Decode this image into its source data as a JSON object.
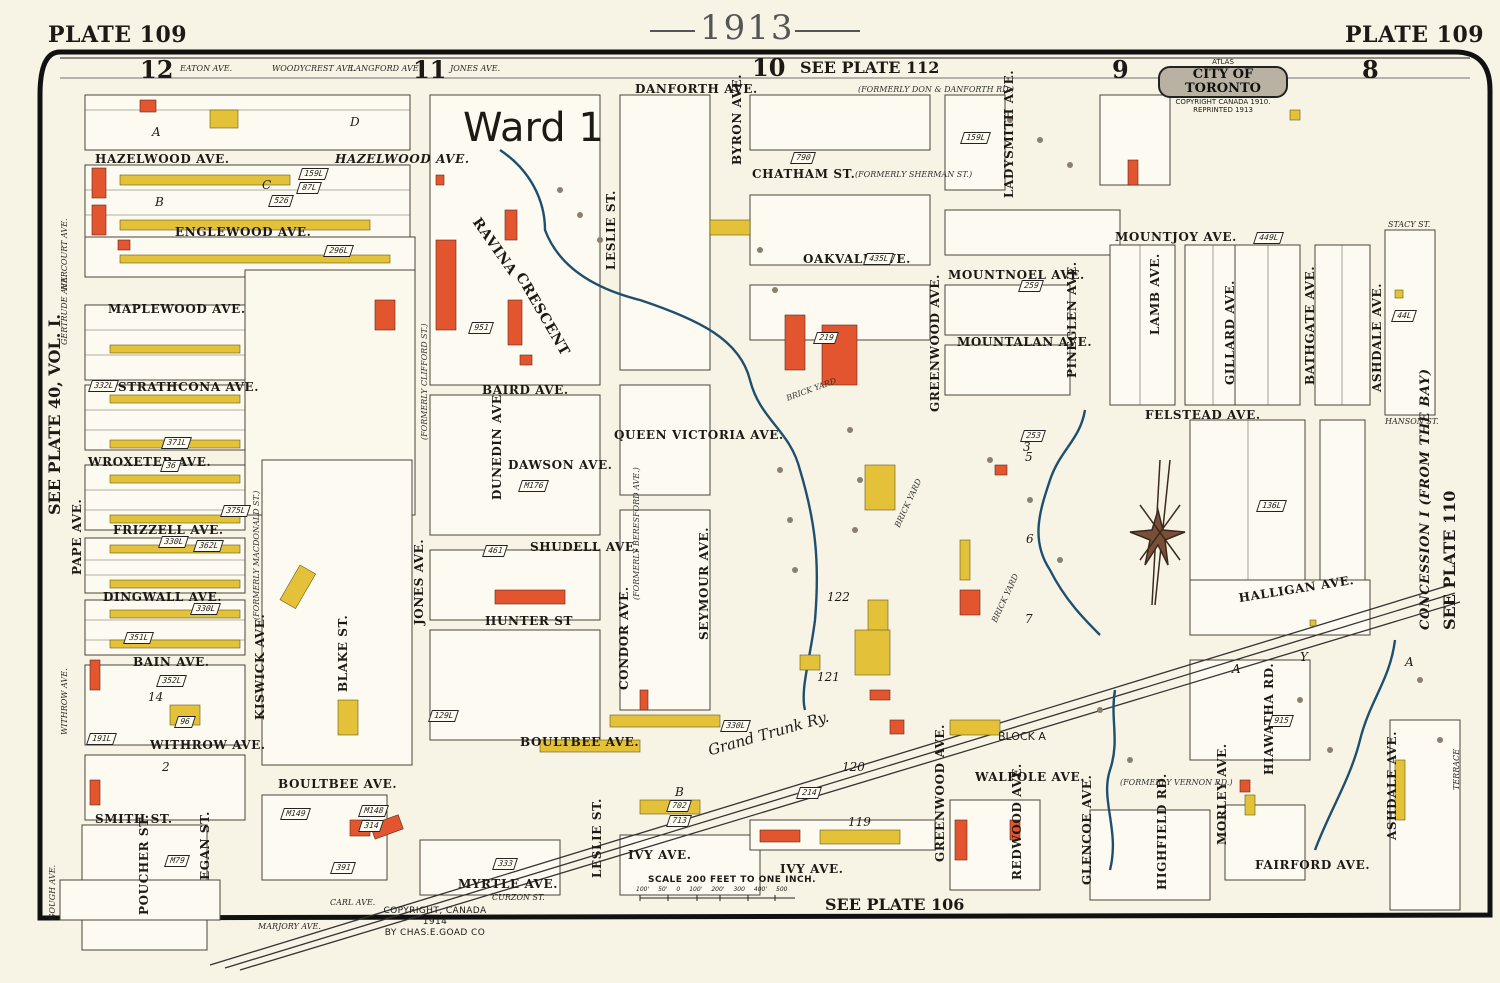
{
  "header": {
    "plate_left": "PLATE 109",
    "plate_right": "PLATE 109",
    "year": "1913",
    "see_plate_top": "SEE PLATE 112",
    "see_plate_bottom": "SEE PLATE 106",
    "see_plate_left": "SEE PLATE 40, VOL. I.",
    "see_plate_right": "SEE PLATE 110",
    "sheet_numbers": [
      "12",
      "11",
      "10",
      "9",
      "8"
    ]
  },
  "atlas_badge": {
    "top": "ATLAS",
    "title": "CITY OF TORONTO",
    "copyright": "COPYRIGHT CANADA 1910.",
    "reprinted": "REPRINTED 1913"
  },
  "ward_label": "Ward 1",
  "railway_label": "Grand Trunk Ry.",
  "concession_label": "CONCESSION I (FROM THE BAY)",
  "copyright_footer": {
    "line1": "COPYRIGHT, CANADA 1914",
    "line2": "BY CHAS.E.GOAD CO"
  },
  "scale_bar": {
    "title": "SCALE 200 FEET TO ONE INCH.",
    "ticks": [
      "100'",
      "50'",
      "0",
      "100'",
      "200'",
      "300",
      "400'",
      "500"
    ]
  },
  "streets_top": {
    "eaton": "EATON AVE.",
    "woodycrest": "WOODYCREST AVE.",
    "langford": "LANGFORD AVE.",
    "jones_top": "JONES AVE."
  },
  "streets_horizontal": {
    "hazelwood_1": "HAZELWOOD AVE.",
    "hazelwood_2": "HAZELWOOD AVE.",
    "englewood": "ENGLEWOOD AVE.",
    "maplewood": "MAPLEWOOD AVE.",
    "strathcona": "STRATHCONA AVE.",
    "wroxeter": "WROXETER AVE.",
    "frizzell": "FRIZZELL AVE.",
    "dingwall": "DINGWALL AVE.",
    "bain": "BAIN AVE.",
    "withrow": "WITHROW AVE.",
    "smith": "SMITH ST.",
    "boultbee_w": "BOULTBEE AVE.",
    "boultbee_e": "BOULTBEE AVE.",
    "danforth": "DANFORTH AVE.",
    "chatham": "CHATHAM ST.",
    "oakvale": "OAKVALE AVE.",
    "mountnoel": "MOUNTNOEL AVE.",
    "mountalan": "MOUNTALAN AVE.",
    "mountjoy": "MOUNTJOY AVE.",
    "felstead": "FELSTEAD AVE.",
    "halligan": "HALLIGAN AVE.",
    "baird": "BAIRD AVE.",
    "queen_victoria": "QUEEN VICTORIA AVE.",
    "dawson": "DAWSON AVE.",
    "shudell": "SHUDELL AVE.",
    "hunter": "HUNTER ST",
    "ivy_w": "IVY AVE.",
    "ivy_e": "IVY AVE.",
    "myrtle": "MYRTLE AVE.",
    "walpole": "WALPOLE AVE.",
    "fairford": "FAIRFORD AVE."
  },
  "streets_vertical": {
    "pape": "PAPE AVE.",
    "kiswick": "KISWICK AVE.",
    "blake": "BLAKE ST.",
    "jones": "JONES AVE.",
    "dunedin": "DUNEDIN AVE.",
    "condor": "CONDOR AVE.",
    "seymour": "SEYMOUR AVE.",
    "leslie_n": "LESLIE ST.",
    "leslie_s": "LESLIE ST.",
    "byron": "BYRON AVE.",
    "ladysmith": "LADYSMITH AVE.",
    "greenwood_n": "GREENWOOD AVE.",
    "greenwood_s": "GREENWOOD AVE.",
    "pineglen": "PINEGLEN AVE.",
    "lamb": "LAMB AVE.",
    "gillard": "GILLARD AVE.",
    "bathgate": "BATHGATE AVE.",
    "ashdale_n": "ASHDALE AVE.",
    "ashdale_s": "ASHDALE AVE.",
    "poucher": "POUCHER ST.",
    "egan": "EGAN ST.",
    "redwood": "REDWOOD AVE.",
    "glencoe": "GLENCOE AVE.",
    "highfield": "HIGHFIELD RD.",
    "morley": "MORLEY AVE.",
    "hiawatha": "HIAWATHA RD.",
    "ravina": "RAVINA",
    "crescent": "CRESCENT"
  },
  "streets_small": {
    "harcourt": "HARCOURT AVE.",
    "gertrude": "GERTRUDE AVE.",
    "withrow_w": "WITHROW AVE.",
    "gough": "GOUGH AVE.",
    "carlaw": "CARL AVE.",
    "marjory": "MARJORY AVE.",
    "curzon": "CURZON ST.",
    "stacy": "STACY ST.",
    "hanson": "HANSON ST.",
    "terrace": "TERRACE"
  },
  "notes": {
    "formerly_don_danforth": "(FORMERLY DON & DANFORTH RD.)",
    "formerly_sherman": "(FORMERLY SHERMAN ST.)",
    "formerly_macdonald": "(FORMERLY MACDONALD ST.)",
    "formerly_clifford": "(FORMERLY CLIFFORD ST.)",
    "formerly_vernon": "(FORMERLY VERNON RD.)",
    "formerly_berkeley": "(FORMERLY BERESFORD AVE.)",
    "brick_yard_1": "BRICK YARD",
    "brick_yard_2": "BRICK YARD",
    "brick_yard_3": "BRICK YARD",
    "block_a": "BLOCK A"
  },
  "parcels": [
    "A",
    "B",
    "C",
    "D",
    "14",
    "2",
    "3",
    "5",
    "6",
    "7",
    "119",
    "120",
    "121",
    "122",
    "A",
    "Y",
    "A",
    "B"
  ],
  "tags": [
    "526",
    "159L",
    "87L",
    "296L",
    "332L",
    "371L",
    "375L",
    "36",
    "330L",
    "362L",
    "330L",
    "351L",
    "352L",
    "96",
    "191L",
    "129L",
    "M79",
    "M149",
    "M148",
    "314",
    "391",
    "702",
    "713",
    "333",
    "214",
    "790",
    "435L",
    "159L",
    "219",
    "259",
    "253",
    "449L",
    "44L",
    "136L",
    "915",
    "330L",
    "M176",
    "461",
    "951"
  ],
  "colors": {
    "paper": "#f7f4e6",
    "frame": "#111111",
    "brick_red": "#e2552f",
    "frame_yellow": "#e3c23a",
    "creek": "#1f4f6e",
    "ink": "#1d1a16"
  }
}
